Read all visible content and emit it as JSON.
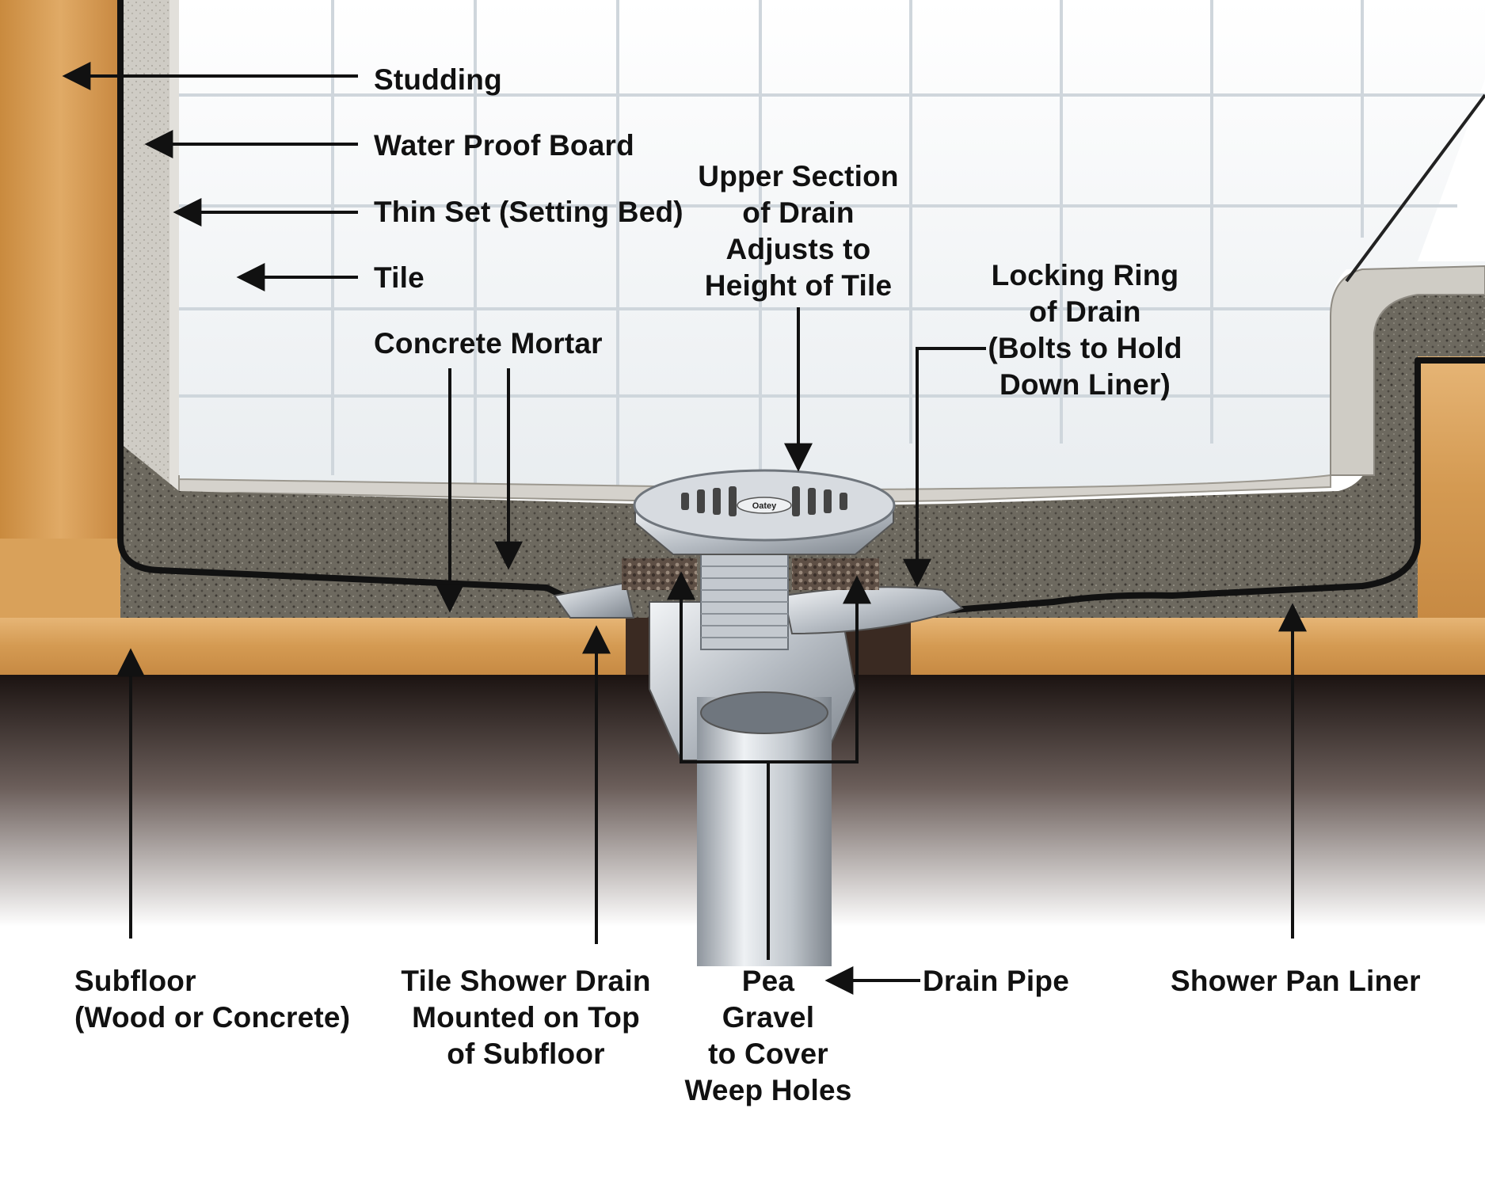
{
  "labels": {
    "studding": "Studding",
    "water_proof_board": "Water Proof Board",
    "thin_set": "Thin Set (Setting Bed)",
    "tile": "Tile",
    "concrete_mortar": "Concrete Mortar",
    "upper_section": [
      "Upper Section",
      "of Drain",
      "Adjusts to",
      "Height of Tile"
    ],
    "locking_ring": [
      "Locking Ring",
      "of Drain",
      "(Bolts to Hold",
      "Down Liner)"
    ],
    "subfloor": [
      "Subfloor",
      "(Wood or Concrete)"
    ],
    "tile_shower_drain": [
      "Tile Shower Drain",
      "Mounted on Top",
      "of Subfloor"
    ],
    "pea_gravel": [
      "Pea",
      "Gravel",
      "to Cover",
      "Weep Holes"
    ],
    "drain_pipe": "Drain Pipe",
    "shower_pan_liner": "Shower Pan Liner"
  },
  "drain_logo": "Oatey",
  "colors": {
    "wood": "#d9a15a",
    "mortar": "#6e6a60",
    "liner": "#111111",
    "tile": "#f4f6f8",
    "board": "#c9c6bf",
    "metal": "#b9bec4",
    "text": "#111111"
  }
}
